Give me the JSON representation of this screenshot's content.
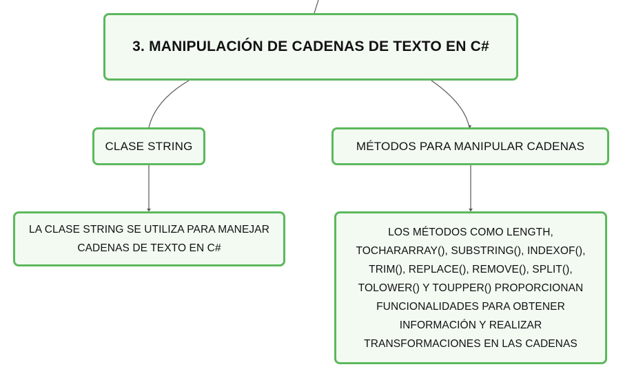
{
  "diagram": {
    "type": "mind-map",
    "colors": {
      "border": "#5cb85c",
      "fill": "#f2faf2",
      "connector": "#555555",
      "text": "#111111"
    },
    "root": {
      "label": "3. MANIPULACIÓN DE CADENAS DE TEXTO EN C#"
    },
    "branches": [
      {
        "label": "CLASE STRING",
        "detail": "LA CLASE STRING SE UTILIZA PARA MANEJAR CADENAS DE TEXTO EN C#"
      },
      {
        "label": "MÉTODOS PARA MANIPULAR CADENAS",
        "detail": "LOS MÉTODOS COMO LENGTH, TOCHARARRAY(), SUBSTRING(), INDEXOF(), TRIM(), REPLACE(), REMOVE(), SPLIT(), TOLOWER() Y TOUPPER() PROPORCIONAN FUNCIONALIDADES PARA OBTENER INFORMACIÓN Y REALIZAR TRANSFORMACIONES EN LAS CADENAS"
      }
    ]
  }
}
